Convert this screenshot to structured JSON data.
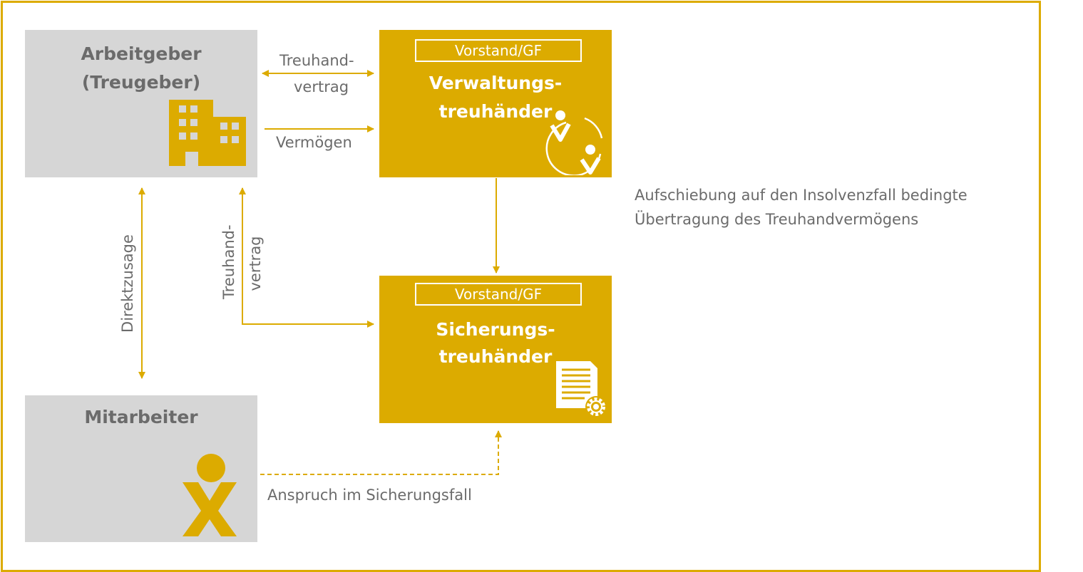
{
  "colors": {
    "accent": "#dcab00",
    "box_gray": "#d6d6d6",
    "text_gray": "#6b6b6b"
  },
  "employer": {
    "line1": "Arbeitgeber",
    "line2": "(Treugeber)",
    "icon": "building-icon"
  },
  "admin_trustee": {
    "tag": "Vorstand/GF",
    "line1": "Verwaltungs-",
    "line2": "treuhänder",
    "icon": "people-cycle-icon"
  },
  "security_trustee": {
    "tag": "Vorstand/GF",
    "line1": "Sicherungs-",
    "line2": "treuhänder",
    "icon": "document-gear-icon"
  },
  "employee": {
    "title": "Mitarbeiter",
    "icon": "person-icon"
  },
  "labels": {
    "trust_contract_top_1": "Treuhand-",
    "trust_contract_top_2": "vertrag",
    "assets": "Vermögen",
    "direct_commitment": "Direktzusage",
    "trust_contract_side_1": "Treuhand-",
    "trust_contract_side_2": "vertrag",
    "claim": "Anspruch im Sicherungsfall",
    "transfer_1": "Aufschiebung auf den Insolvenzfall bedingte",
    "transfer_2": "Übertragung des Treuhandvermögens"
  }
}
